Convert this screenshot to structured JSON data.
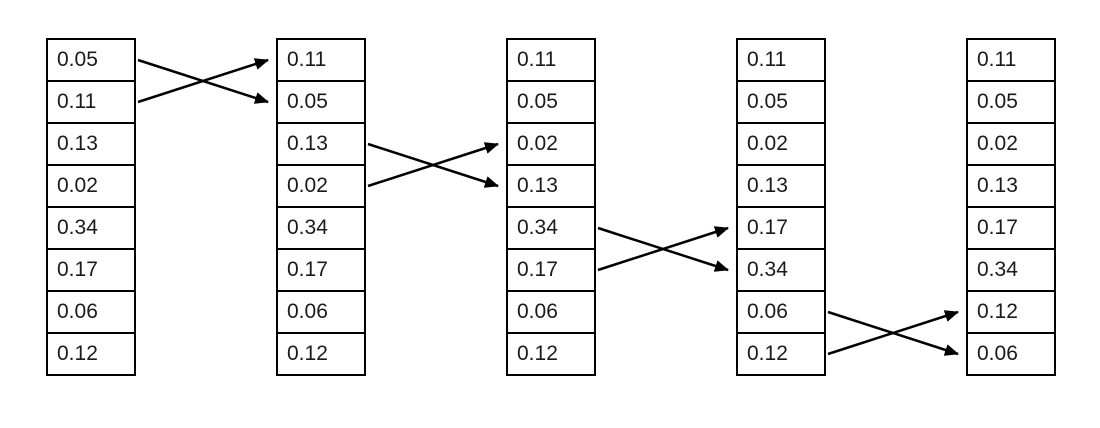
{
  "diagram": {
    "type": "array-swap-steps",
    "description": "Five snapshots of an 8-element numeric array; crossing arrows between consecutive snapshots indicate an adjacent-pair swap",
    "columns": [
      {
        "values": [
          "0.05",
          "0.11",
          "0.13",
          "0.02",
          "0.34",
          "0.17",
          "0.06",
          "0.12"
        ]
      },
      {
        "values": [
          "0.11",
          "0.05",
          "0.13",
          "0.02",
          "0.34",
          "0.17",
          "0.06",
          "0.12"
        ]
      },
      {
        "values": [
          "0.11",
          "0.05",
          "0.02",
          "0.13",
          "0.34",
          "0.17",
          "0.06",
          "0.12"
        ]
      },
      {
        "values": [
          "0.11",
          "0.05",
          "0.02",
          "0.13",
          "0.17",
          "0.34",
          "0.06",
          "0.12"
        ]
      },
      {
        "values": [
          "0.11",
          "0.05",
          "0.02",
          "0.13",
          "0.17",
          "0.34",
          "0.12",
          "0.06"
        ]
      }
    ],
    "swaps": [
      {
        "from_column": 0,
        "to_column": 1,
        "rows": [
          0,
          1
        ]
      },
      {
        "from_column": 1,
        "to_column": 2,
        "rows": [
          2,
          3
        ]
      },
      {
        "from_column": 2,
        "to_column": 3,
        "rows": [
          4,
          5
        ]
      },
      {
        "from_column": 3,
        "to_column": 4,
        "rows": [
          6,
          7
        ]
      }
    ],
    "colors": {
      "border": "#000000",
      "arrow": "#000000",
      "background": "#ffffff",
      "text": "#1a1a1a"
    }
  }
}
